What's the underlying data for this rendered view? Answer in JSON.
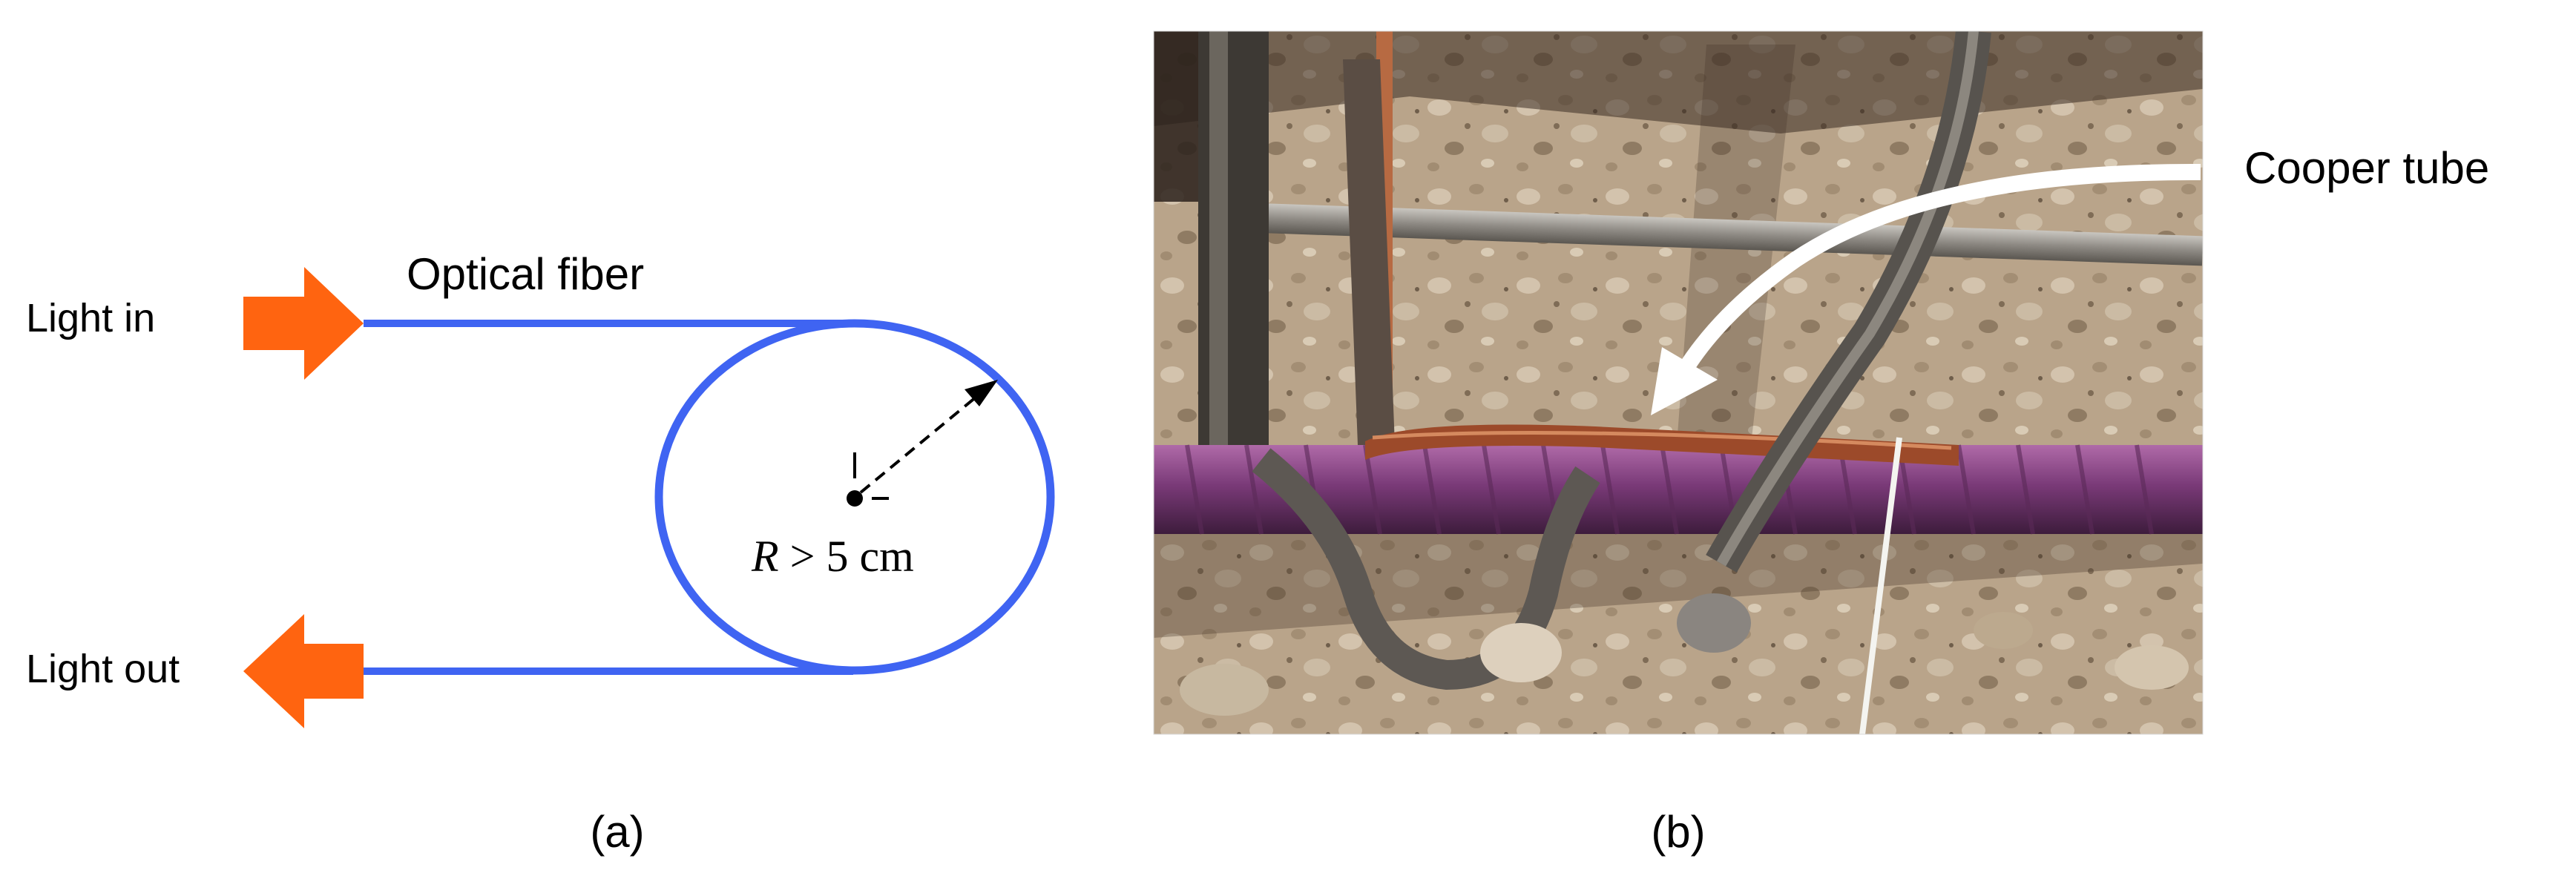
{
  "panel_a": {
    "light_in": "Light in",
    "light_out": "Light out",
    "fiber_label": "Optical fiber",
    "radius_var": "R",
    "radius_rest": " > 5 cm",
    "caption": "(a)"
  },
  "panel_b": {
    "callout_label": "Cooper tube",
    "caption": "(b)"
  },
  "colors": {
    "fiber": "#3f64f2",
    "arrow": "#ff6410",
    "tube": "#9c4a2a",
    "rebar_purple": "#7a3a78",
    "rebar_gray": "#5d5853",
    "ground": "#b9a48a"
  },
  "icons": [
    "arrow-right-icon",
    "arrow-left-icon"
  ]
}
